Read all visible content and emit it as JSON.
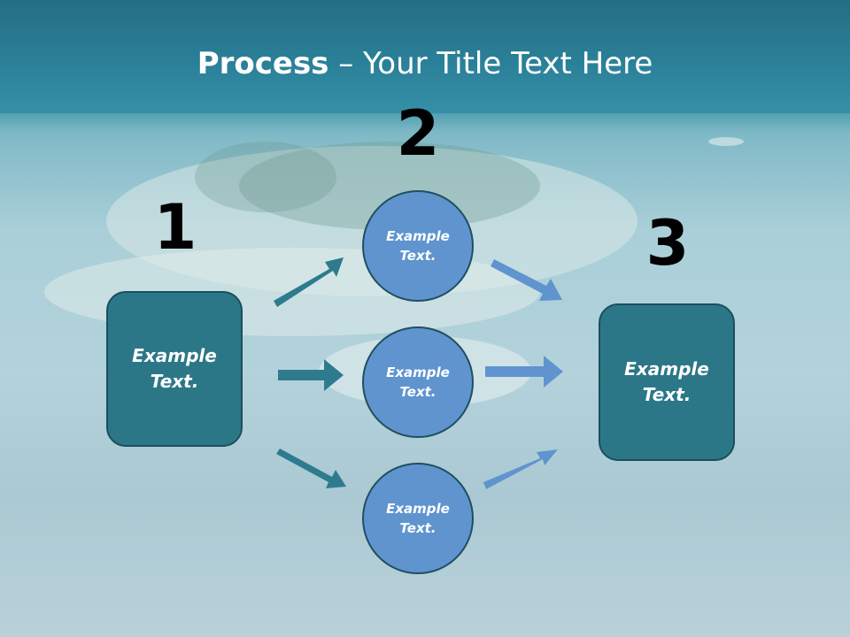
{
  "title": {
    "bold": "Process",
    "rest": " – Your Title Text Here"
  },
  "steps": {
    "one": "1",
    "two": "2",
    "three": "3"
  },
  "left_box": {
    "text": "Example\nText."
  },
  "right_box": {
    "text": "Example\nText."
  },
  "circles": [
    {
      "text": "Example\nText."
    },
    {
      "text": "Example\nText."
    },
    {
      "text": "Example\nText."
    }
  ],
  "colors": {
    "box": "#2b7788",
    "circle": "#5f94cf",
    "arrow_left": "#2e7b8f",
    "arrow_right": "#5f94cf",
    "title_bar": "#2a8098"
  }
}
